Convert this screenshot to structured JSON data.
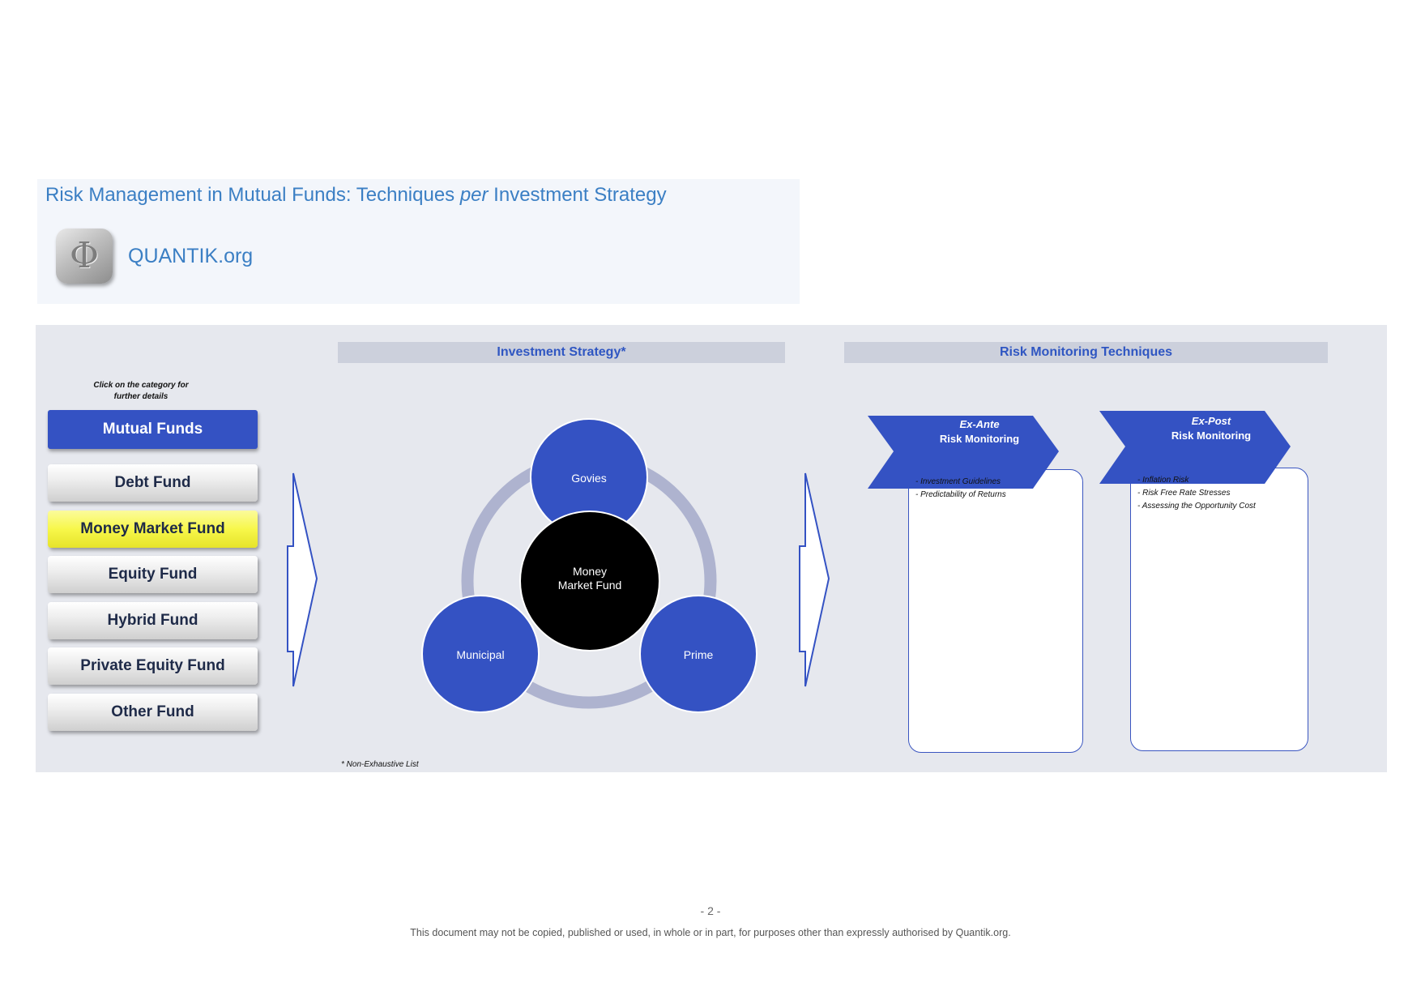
{
  "header": {
    "title_part1": "Risk Management in Mutual Funds: Techniques ",
    "title_italic": "per",
    "title_part2": " Investment Strategy",
    "logo_glyph": "Φ",
    "brand": "QUANTIK.org"
  },
  "sidebar": {
    "hint": "Click on the category for further details",
    "main_button": "Mutual Funds",
    "categories": [
      {
        "label": "Debt Fund",
        "active": false
      },
      {
        "label": "Money Market Fund",
        "active": true
      },
      {
        "label": "Equity Fund",
        "active": false
      },
      {
        "label": "Hybrid Fund",
        "active": false
      },
      {
        "label": "Private Equity Fund",
        "active": false
      },
      {
        "label": "Other Fund",
        "active": false
      }
    ]
  },
  "strategy": {
    "heading": "Investment Strategy*",
    "center": "Money Market Fund",
    "nodes": [
      "Govies",
      "Municipal",
      "Prime"
    ],
    "footnote": "* Non-Exhaustive List"
  },
  "risk": {
    "heading": "Risk Monitoring Techniques",
    "ex_ante": {
      "title_em": "Ex-Ante",
      "title": "Risk Monitoring",
      "items": [
        "- Investment Guidelines",
        "- Predictability of Returns"
      ]
    },
    "ex_post": {
      "title_em": "Ex-Post",
      "title": "Risk Monitoring",
      "items": [
        "- Inflation Risk",
        "- Risk Free Rate Stresses",
        "- Assessing the Opportunity Cost"
      ]
    }
  },
  "footer": {
    "page": "- 2 -",
    "disclaimer": "This document may not be copied, published or used, in whole or in part, for purposes other than expressly authorised by Quantik.org."
  },
  "colors": {
    "accent_blue": "#3452c3",
    "active_yellow": "#f7f74a",
    "title_blue": "#3b7fc4",
    "panel_bg": "#e6e8ee"
  }
}
